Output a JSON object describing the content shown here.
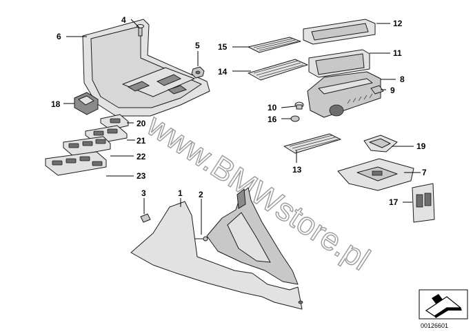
{
  "watermark": "www.BMWstore.pl",
  "reference_number": "00126601",
  "callouts": {
    "c1": "1",
    "c2": "2",
    "c3": "3",
    "c4": "4",
    "c5": "5",
    "c6": "6",
    "c7": "7",
    "c8": "8",
    "c9": "9",
    "c10": "10",
    "c11": "11",
    "c12": "12",
    "c13": "13",
    "c14": "14",
    "c15": "15",
    "c16": "16",
    "c17": "17",
    "c18": "18",
    "c19": "19",
    "c20": "20",
    "c21": "21",
    "c22": "22",
    "c23": "23"
  },
  "icons": {
    "nav_arrow": "flat-arrow-icon"
  }
}
